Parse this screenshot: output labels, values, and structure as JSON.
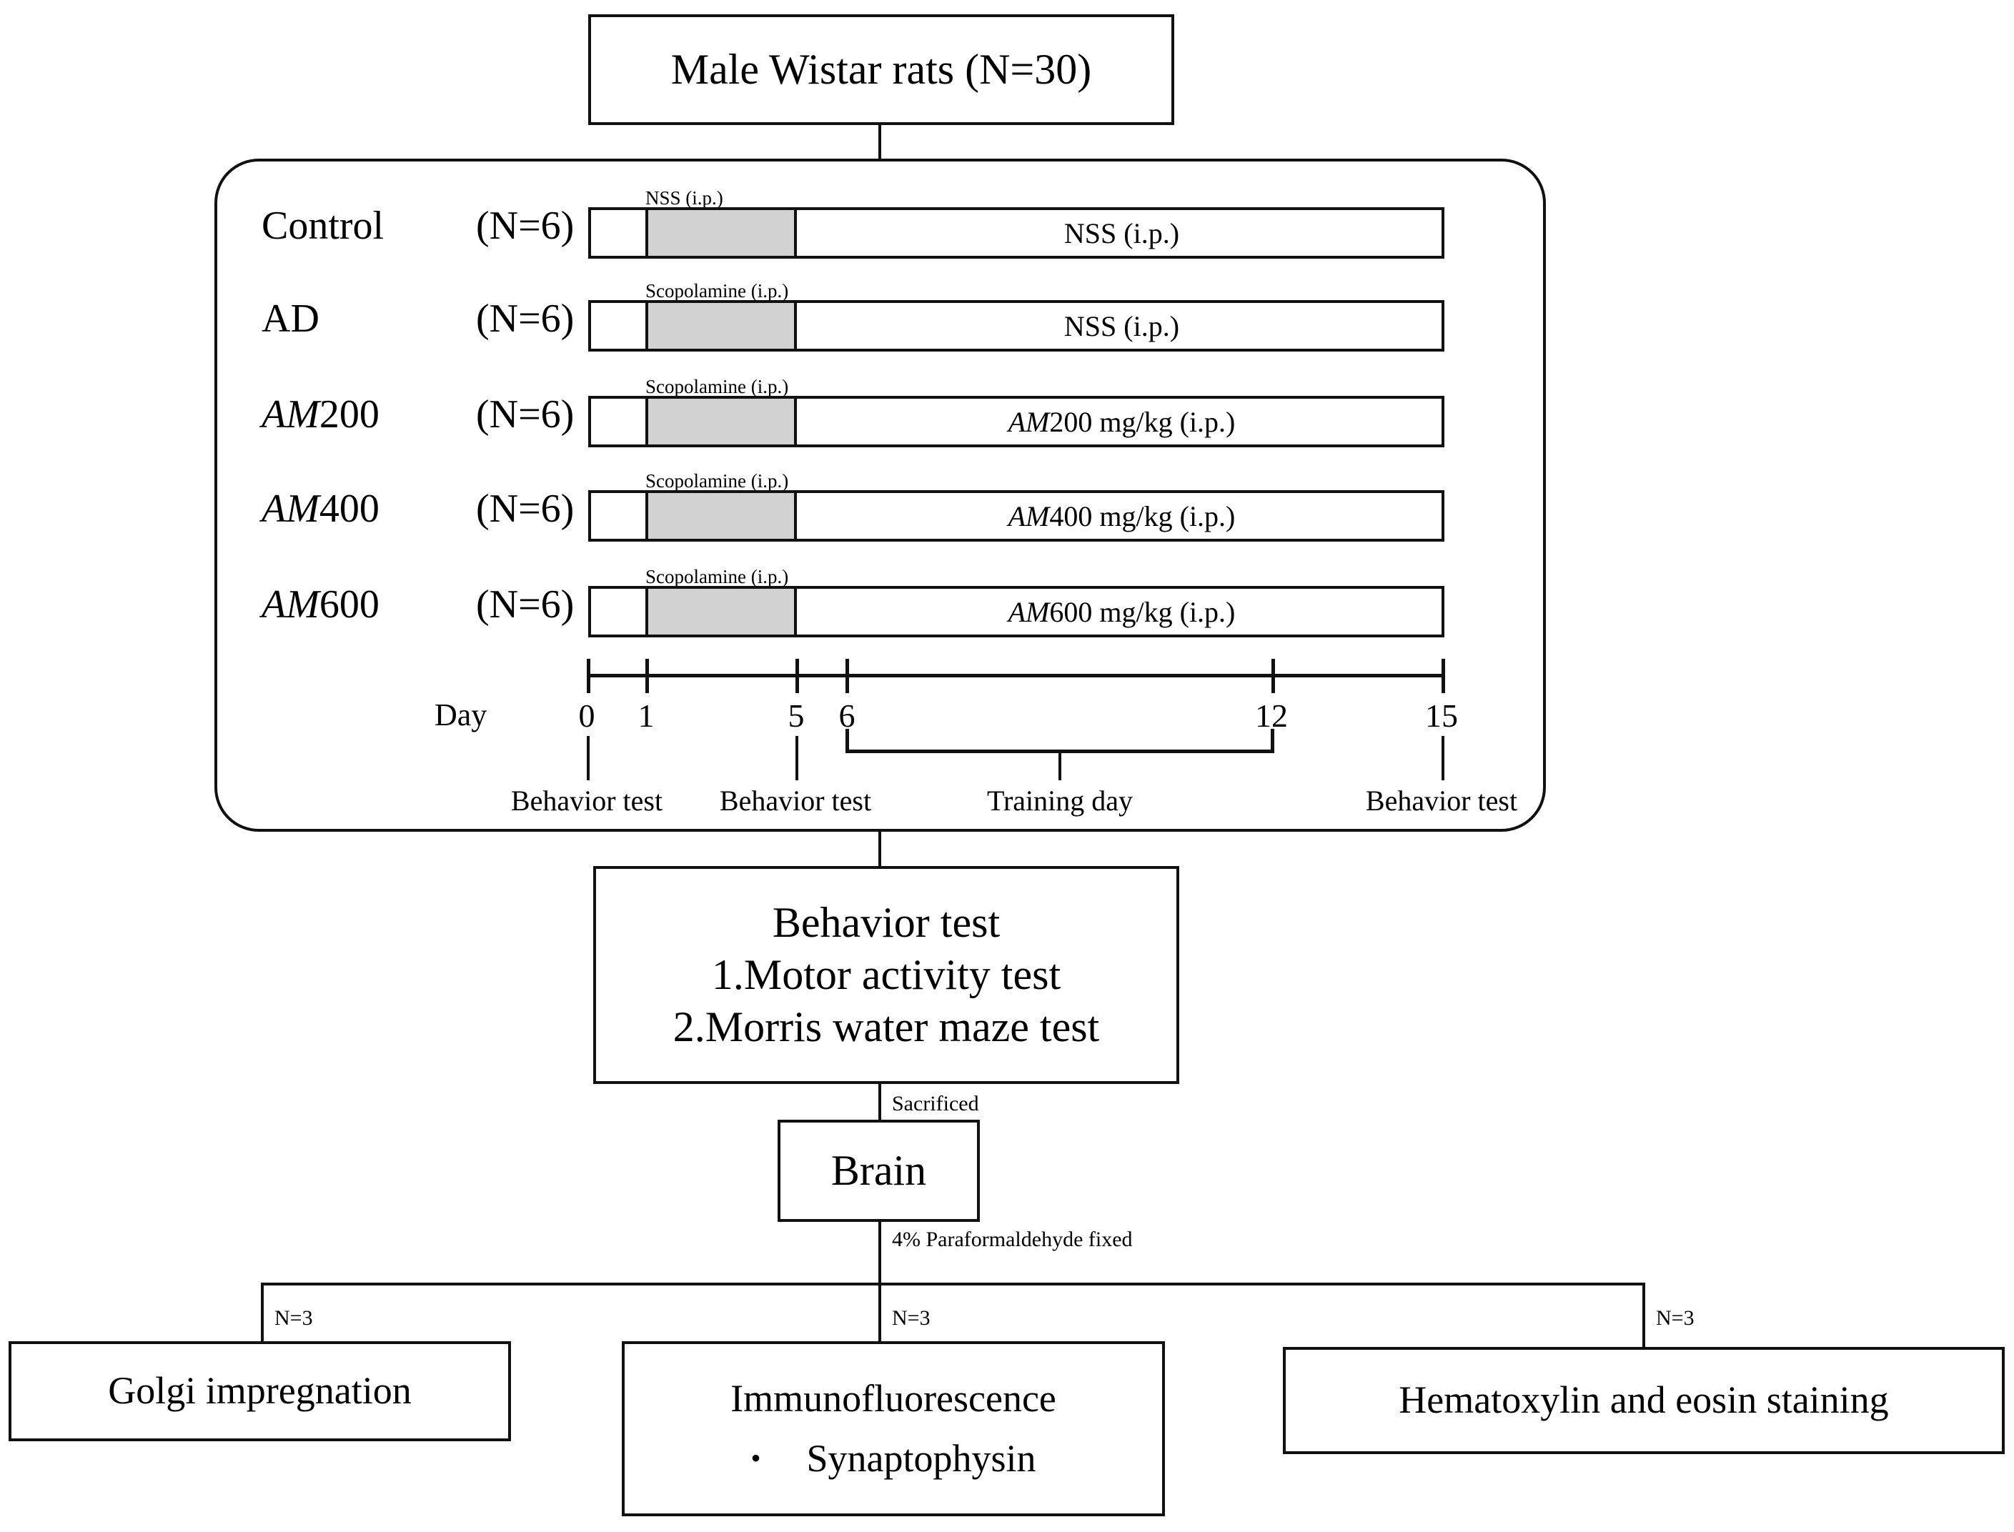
{
  "top_box": {
    "label": "Male Wistar rats (N=30)"
  },
  "groups": [
    {
      "name": "Control",
      "name_italic_prefix": "",
      "n_label": "(N=6)",
      "pre_treatment": "NSS (i.p.)",
      "treatment_plain": "NSS (i.p.)",
      "treatment_italic_prefix": ""
    },
    {
      "name": "AD",
      "name_italic_prefix": "",
      "n_label": "(N=6)",
      "pre_treatment": "Scopolamine (i.p.)",
      "treatment_plain": "NSS (i.p.)",
      "treatment_italic_prefix": ""
    },
    {
      "name": "200",
      "name_italic_prefix": "AM",
      "n_label": "(N=6)",
      "pre_treatment": "Scopolamine (i.p.)",
      "treatment_plain": " 200 mg/kg  (i.p.)",
      "treatment_italic_prefix": "AM"
    },
    {
      "name": "400",
      "name_italic_prefix": "AM",
      "n_label": "(N=6)",
      "pre_treatment": "Scopolamine (i.p.)",
      "treatment_plain": " 400 mg/kg  (i.p.)",
      "treatment_italic_prefix": "AM"
    },
    {
      "name": "600",
      "name_italic_prefix": "AM",
      "n_label": "(N=6)",
      "pre_treatment": "Scopolamine (i.p.)",
      "treatment_plain": " 600 mg/kg  (i.p.)",
      "treatment_italic_prefix": "AM"
    }
  ],
  "timeline": {
    "axis_title": "Day",
    "ticks": [
      "0",
      "1",
      "5",
      "6",
      "12",
      "15"
    ],
    "events": [
      {
        "label": "Behavior test",
        "day": "0"
      },
      {
        "label": "Behavior test",
        "day": "5"
      },
      {
        "label": "Training day",
        "day": "6-12"
      },
      {
        "label": "Behavior test",
        "day": "15"
      }
    ]
  },
  "behavior_box": {
    "title": "Behavior test",
    "item1": "1.Motor activity test",
    "item2": "2.Morris water maze test"
  },
  "sacrificed_label": "Sacrificed",
  "brain_box": {
    "label": "Brain"
  },
  "fixation_label": "4% Paraformaldehyde fixed",
  "branch_counts": [
    "N=3",
    "N=3",
    "N=3"
  ],
  "outcome_boxes": [
    {
      "title": "Golgi impregnation",
      "bullet": "",
      "bullet_glyph": ""
    },
    {
      "title": "Immunofluorescence",
      "bullet": "Synaptophysin",
      "bullet_glyph": "•"
    },
    {
      "title": "Hematoxylin and eosin staining",
      "bullet": "",
      "bullet_glyph": ""
    }
  ],
  "colors": {
    "line": "#111111",
    "gray_segment": "#d2d2d2",
    "background": "#ffffff"
  }
}
